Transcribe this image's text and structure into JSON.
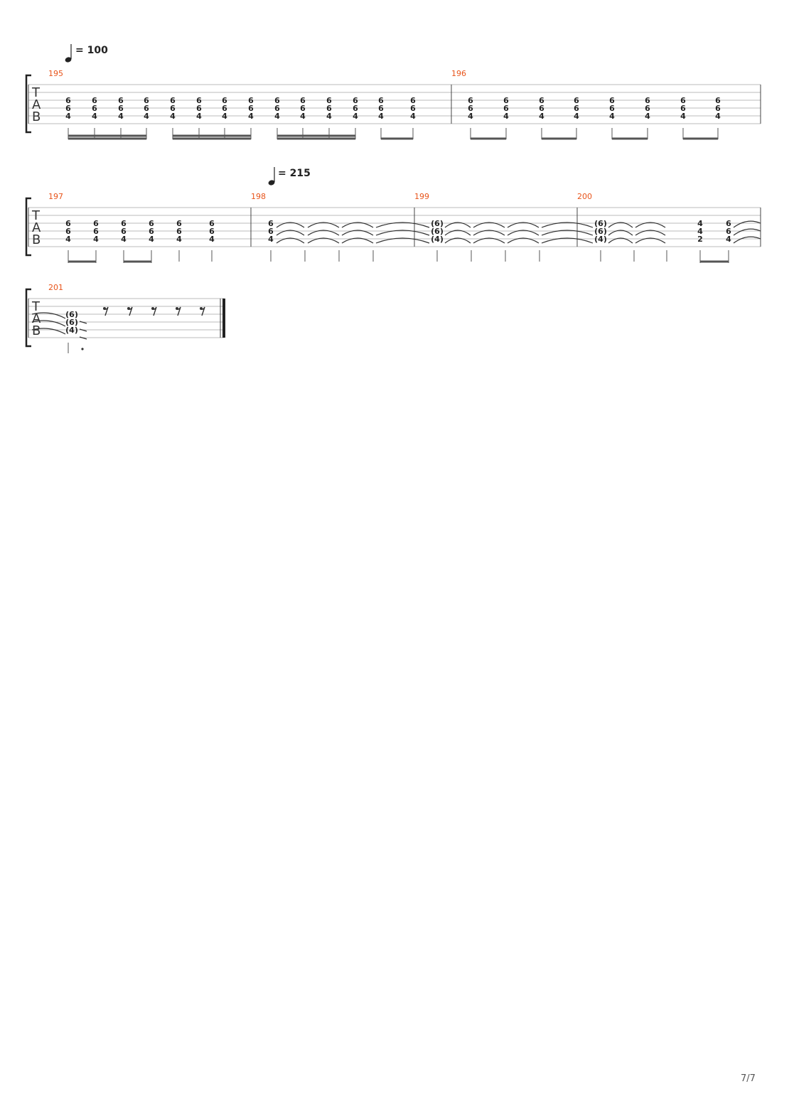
{
  "page": {
    "number": "7/7"
  },
  "systems": [
    {
      "tempo": "= 100",
      "measures": [
        {
          "number": "195",
          "beats": [
            {
              "frets": [
                "6",
                "6",
                "4"
              ],
              "beam": "16"
            },
            {
              "frets": [
                "6",
                "6",
                "4"
              ],
              "beam": "16"
            },
            {
              "frets": [
                "6",
                "6",
                "4"
              ],
              "beam": "16"
            },
            {
              "frets": [
                "6",
                "6",
                "4"
              ],
              "beam": "16"
            },
            {
              "frets": [
                "6",
                "6",
                "4"
              ],
              "beam": "16"
            },
            {
              "frets": [
                "6",
                "6",
                "4"
              ],
              "beam": "16"
            },
            {
              "frets": [
                "6",
                "6",
                "4"
              ],
              "beam": "16"
            },
            {
              "frets": [
                "6",
                "6",
                "4"
              ],
              "beam": "16"
            },
            {
              "frets": [
                "6",
                "6",
                "4"
              ],
              "beam": "16"
            },
            {
              "frets": [
                "6",
                "6",
                "4"
              ],
              "beam": "16"
            },
            {
              "frets": [
                "6",
                "6",
                "4"
              ],
              "beam": "16"
            },
            {
              "frets": [
                "6",
                "6",
                "4"
              ],
              "beam": "16"
            },
            {
              "frets": [
                "6",
                "6",
                "4"
              ],
              "beam": "8"
            },
            {
              "frets": [
                "6",
                "6",
                "4"
              ],
              "beam": "8"
            }
          ]
        },
        {
          "number": "196",
          "beats": [
            {
              "frets": [
                "6",
                "6",
                "4"
              ],
              "beam": "8"
            },
            {
              "frets": [
                "6",
                "6",
                "4"
              ],
              "beam": "8"
            },
            {
              "frets": [
                "6",
                "6",
                "4"
              ],
              "beam": "8"
            },
            {
              "frets": [
                "6",
                "6",
                "4"
              ],
              "beam": "8"
            },
            {
              "frets": [
                "6",
                "6",
                "4"
              ],
              "beam": "8"
            },
            {
              "frets": [
                "6",
                "6",
                "4"
              ],
              "beam": "8"
            },
            {
              "frets": [
                "6",
                "6",
                "4"
              ],
              "beam": "8"
            },
            {
              "frets": [
                "6",
                "6",
                "4"
              ],
              "beam": "8"
            }
          ]
        }
      ]
    },
    {
      "tempo": "= 215",
      "measures": [
        {
          "number": "197",
          "beats": [
            {
              "frets": [
                "6",
                "6",
                "4"
              ],
              "beam": "8"
            },
            {
              "frets": [
                "6",
                "6",
                "4"
              ],
              "beam": "8"
            },
            {
              "frets": [
                "6",
                "6",
                "4"
              ],
              "beam": "8"
            },
            {
              "frets": [
                "6",
                "6",
                "4"
              ],
              "beam": "8"
            },
            {
              "frets": [
                "6",
                "6",
                "4"
              ],
              "beam": "q"
            },
            {
              "frets": [
                "6",
                "6",
                "4"
              ],
              "beam": "q"
            }
          ]
        },
        {
          "number": "198",
          "beats": [
            {
              "frets": [
                "6",
                "6",
                "4"
              ],
              "beam": "q"
            },
            {
              "frets": [],
              "beam": "q"
            },
            {
              "frets": [],
              "beam": "q"
            },
            {
              "frets": [],
              "beam": "q"
            }
          ]
        },
        {
          "number": "199",
          "beats": [
            {
              "frets": [
                "(6)",
                "(6)",
                "(4)"
              ],
              "beam": "q"
            },
            {
              "frets": [],
              "beam": "q"
            },
            {
              "frets": [],
              "beam": "q"
            },
            {
              "frets": [],
              "beam": "q"
            }
          ]
        },
        {
          "number": "200",
          "beats": [
            {
              "frets": [
                "(6)",
                "(6)",
                "(4)"
              ],
              "beam": "q"
            },
            {
              "frets": [],
              "beam": "q"
            },
            {
              "frets": [],
              "beam": "q"
            },
            {
              "frets": [
                "4",
                "4",
                "2"
              ],
              "beam": "8"
            },
            {
              "frets": [
                "6",
                "6",
                "4"
              ],
              "beam": "8"
            }
          ]
        }
      ]
    },
    {
      "tempo": "",
      "measures": [
        {
          "number": "201",
          "beats": [
            {
              "frets": [
                "(6)",
                "(6)",
                "(4)"
              ],
              "beam": "q."
            }
          ],
          "rests": 5
        }
      ]
    }
  ]
}
